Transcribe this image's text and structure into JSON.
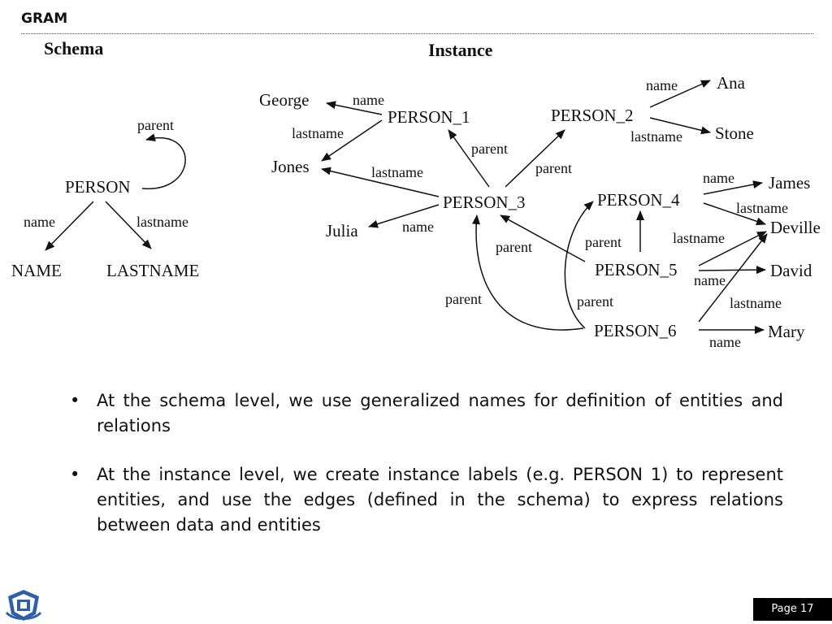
{
  "header": {
    "title": "GRAM"
  },
  "schema": {
    "heading": "Schema",
    "nodes": {
      "person": "PERSON",
      "name": "NAME",
      "lastname": "LASTNAME"
    },
    "edges": {
      "parent": "parent",
      "name": "name",
      "lastname": "lastname"
    }
  },
  "instance": {
    "heading": "Instance",
    "nodes": {
      "person1": "PERSON_1",
      "person2": "PERSON_2",
      "person3": "PERSON_3",
      "person4": "PERSON_4",
      "person5": "PERSON_5",
      "person6": "PERSON_6",
      "george": "George",
      "jones": "Jones",
      "julia": "Julia",
      "ana": "Ana",
      "stone": "Stone",
      "james": "James",
      "deville": "Deville",
      "david": "David",
      "mary": "Mary"
    },
    "edges": {
      "p1_george": "name",
      "p1_jones": "lastname",
      "p3_p1": "parent",
      "p3_p2": "parent",
      "p3_jones": "lastname",
      "p3_julia": "name",
      "p2_ana": "name",
      "p2_stone": "lastname",
      "p4_james": "name",
      "p4_deville": "lastname",
      "p5_p4": "parent",
      "p5_p3": "parent",
      "p5_deville": "lastname",
      "p5_david": "name",
      "p6_p3": "parent",
      "p6_p4": "parent",
      "p6_deville": "lastname",
      "p6_mary": "name"
    }
  },
  "bullets": [
    "At the schema level, we use generalized names for definition of entities and relations",
    "At the instance level, we create instance labels (e.g. PERSON 1) to represent entities, and use the edges (defined in the schema) to express relations between data and entities"
  ],
  "bullet_symbol": "•",
  "footer": {
    "page": "Page 17"
  },
  "colors": {
    "page_box_bg": "#000000",
    "page_box_text": "#ffffff",
    "logo_blue": "#2f5fa8"
  }
}
